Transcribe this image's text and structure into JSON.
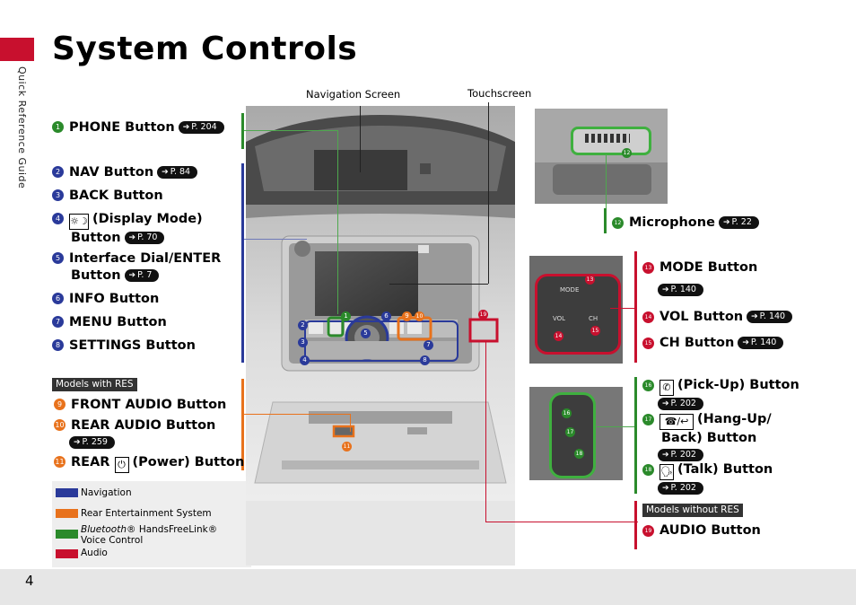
{
  "page": {
    "title": "System Controls",
    "side_label": "Quick Reference Guide",
    "page_number": "4"
  },
  "colors": {
    "navigation": "#2a3a9a",
    "rear_entertainment": "#e8721c",
    "handsfreelink": "#2b8a2b",
    "audio": "#c8102e"
  },
  "callouts": {
    "navigation_screen": "Navigation Screen",
    "touchscreen": "Touchscreen"
  },
  "left_items": [
    {
      "num": "1",
      "label": "PHONE Button",
      "ref": "P. 204"
    },
    {
      "num": "2",
      "label": "NAV Button",
      "ref": "P. 84"
    },
    {
      "num": "3",
      "label": "BACK Button"
    },
    {
      "num": "4",
      "icon": "display-mode-icon",
      "label_a": "(Display Mode)",
      "label_b": "Button",
      "ref": "P. 70"
    },
    {
      "num": "5",
      "label_a": "Interface Dial/ENTER",
      "label_b": "Button",
      "ref": "P. 7"
    },
    {
      "num": "6",
      "label": "INFO Button"
    },
    {
      "num": "7",
      "label": "MENU Button"
    },
    {
      "num": "8",
      "label": "SETTINGS Button"
    }
  ],
  "res_tag": "Models with RES",
  "res_items": [
    {
      "num": "9",
      "label": "FRONT AUDIO Button"
    },
    {
      "num": "10",
      "label": "REAR AUDIO Button",
      "ref": "P. 259"
    },
    {
      "num": "11",
      "label_a": "REAR",
      "label_b": "(Power) Button"
    }
  ],
  "right_items": {
    "microphone": {
      "num": "12",
      "label": "Microphone",
      "ref": "P. 22"
    },
    "mode": {
      "num": "13",
      "label": "MODE Button",
      "ref": "P. 140"
    },
    "vol": {
      "num": "14",
      "label": "VOL Button",
      "ref": "P. 140"
    },
    "ch": {
      "num": "15",
      "label": "CH Button",
      "ref": "P. 140"
    },
    "pickup": {
      "num": "16",
      "label": "(Pick-Up) Button",
      "ref": "P. 202"
    },
    "hangup": {
      "num": "17",
      "label_a": "(Hang-Up/",
      "label_b": "Back) Button",
      "ref": "P. 202"
    },
    "talk": {
      "num": "18",
      "label": "(Talk) Button",
      "ref": "P. 202"
    }
  },
  "no_res_tag": "Models without RES",
  "audio_item": {
    "num": "19",
    "label": "AUDIO Button"
  },
  "legend": {
    "navigation": "Navigation",
    "rear_entertainment": "Rear Entertainment System",
    "bluetooth_a": "Bluetooth",
    "bluetooth_b": "® HandsFreeLink®",
    "voice_control": "Voice Control",
    "audio": "Audio"
  },
  "panel_labels": {
    "mode": "MODE",
    "vol": "VOL",
    "ch": "CH"
  }
}
